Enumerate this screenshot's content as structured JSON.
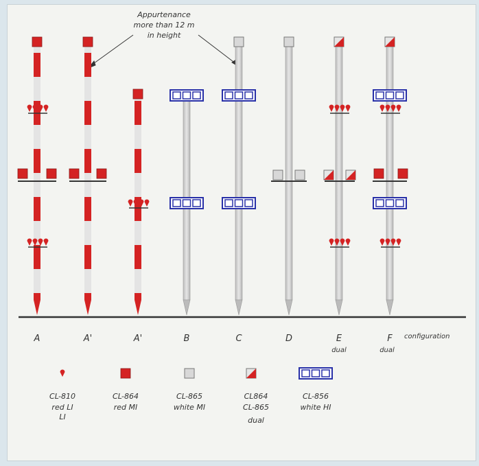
{
  "annotation": {
    "line1": "Appurtenance",
    "line2": "more than  12 m",
    "line3": "in height"
  },
  "configurations": [
    {
      "label": "A",
      "sub": ""
    },
    {
      "label": "A'",
      "sub": ""
    },
    {
      "label": "A'",
      "sub": ""
    },
    {
      "label": "B",
      "sub": ""
    },
    {
      "label": "C",
      "sub": ""
    },
    {
      "label": "D",
      "sub": ""
    },
    {
      "label": "E",
      "sub": "dual"
    },
    {
      "label": "F",
      "sub": "dual"
    }
  ],
  "configuration_word": "configuration",
  "legend": [
    {
      "symbol": "red-li-icon",
      "line1": "CL-810",
      "line2": "red LI",
      "line3": "LI"
    },
    {
      "symbol": "red-mi-icon",
      "line1": "CL-864",
      "line2": "red MI",
      "line3": ""
    },
    {
      "symbol": "white-mi-icon",
      "line1": "CL-865",
      "line2": "white MI",
      "line3": ""
    },
    {
      "symbol": "dual-mi-icon",
      "line1": "CL864",
      "line2": "CL-865",
      "line3": "dual"
    },
    {
      "symbol": "white-hi-icon",
      "line1": "CL-856",
      "line2": "white HI",
      "line3": ""
    }
  ],
  "colors": {
    "red": "#d42323",
    "white_light": "#d5d5d5",
    "hi_blue": "#2830a8",
    "ground": "#333333"
  }
}
